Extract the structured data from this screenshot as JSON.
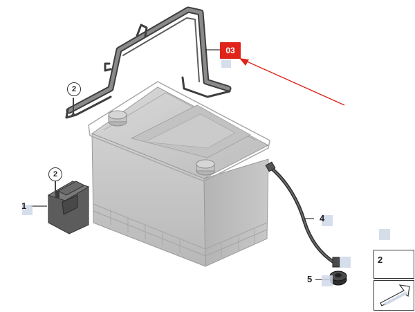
{
  "diagram": {
    "highlight": {
      "label": "03",
      "color": "#e0241b"
    },
    "callouts": {
      "bracket_fastener": "2",
      "holder_fastener": "2",
      "holder": "1",
      "cable": "4",
      "grommet": "5"
    },
    "legend": {
      "fastener_number": "2"
    },
    "colors": {
      "part_gray": "#c9c9c9",
      "part_dark": "#5a5a5a",
      "marker_blue": "#cfd8e8",
      "arrow_red": "#e0241b"
    }
  }
}
